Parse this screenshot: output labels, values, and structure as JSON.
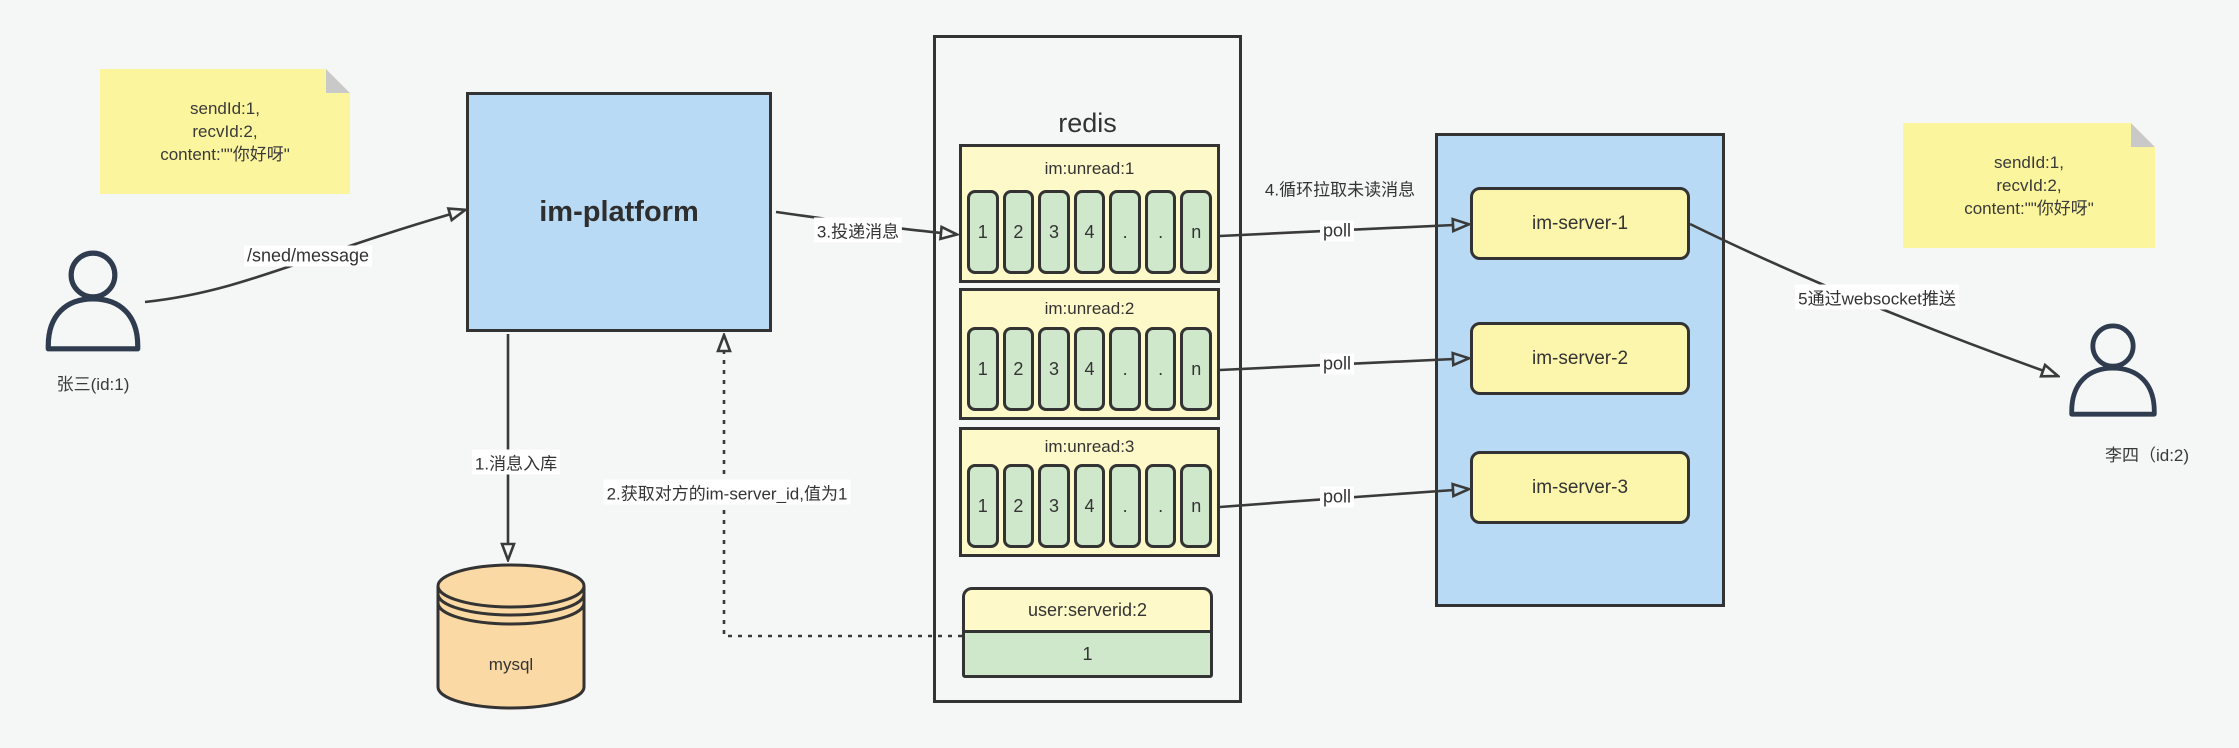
{
  "palette": {
    "background": "#f5f6f6",
    "box_blue": "#b9daf4",
    "sticky_yellow": "#fbf59d",
    "queue_yellow": "#fdf9c8",
    "server_yellow": "#fcf6ad",
    "cell_green": "#cfe8cc",
    "mysql_tan": "#fbd9a4",
    "line_dark": "#3a3a3a"
  },
  "actors": {
    "sender": {
      "label": "张三(id:1)"
    },
    "receiver": {
      "label": "李四（id:2)"
    }
  },
  "notes": {
    "left": {
      "lines": [
        "sendId:1,",
        "recvId:2,",
        "content:\"\"你好呀\""
      ]
    },
    "right": {
      "lines": [
        "sendId:1,",
        "recvId:2,",
        "content:\"\"你好呀\""
      ]
    }
  },
  "platform": {
    "label": "im-platform"
  },
  "database": {
    "label": "mysql"
  },
  "redis": {
    "title": "redis",
    "queues": [
      {
        "header": "im:unread:1",
        "cells": [
          "1",
          "2",
          "3",
          "4",
          ".",
          ".",
          "n"
        ]
      },
      {
        "header": "im:unread:2",
        "cells": [
          "1",
          "2",
          "3",
          "4",
          ".",
          ".",
          "n"
        ]
      },
      {
        "header": "im:unread:3",
        "cells": [
          "1",
          "2",
          "3",
          "4",
          ".",
          ".",
          "n"
        ]
      }
    ],
    "mapping": {
      "header": "user:serverid:2",
      "value": "1"
    }
  },
  "server_cluster": {
    "items": [
      {
        "label": "im-server-1"
      },
      {
        "label": "im-server-2"
      },
      {
        "label": "im-server-3"
      }
    ]
  },
  "edges": {
    "send": "/sned/message",
    "step1": "1.消息入库",
    "step2": "2.获取对方的im-server_id,值为1",
    "step3": "3.投递消息",
    "step4": "4.循环拉取未读消息",
    "poll": "poll",
    "step5": "5通过websocket推送"
  }
}
